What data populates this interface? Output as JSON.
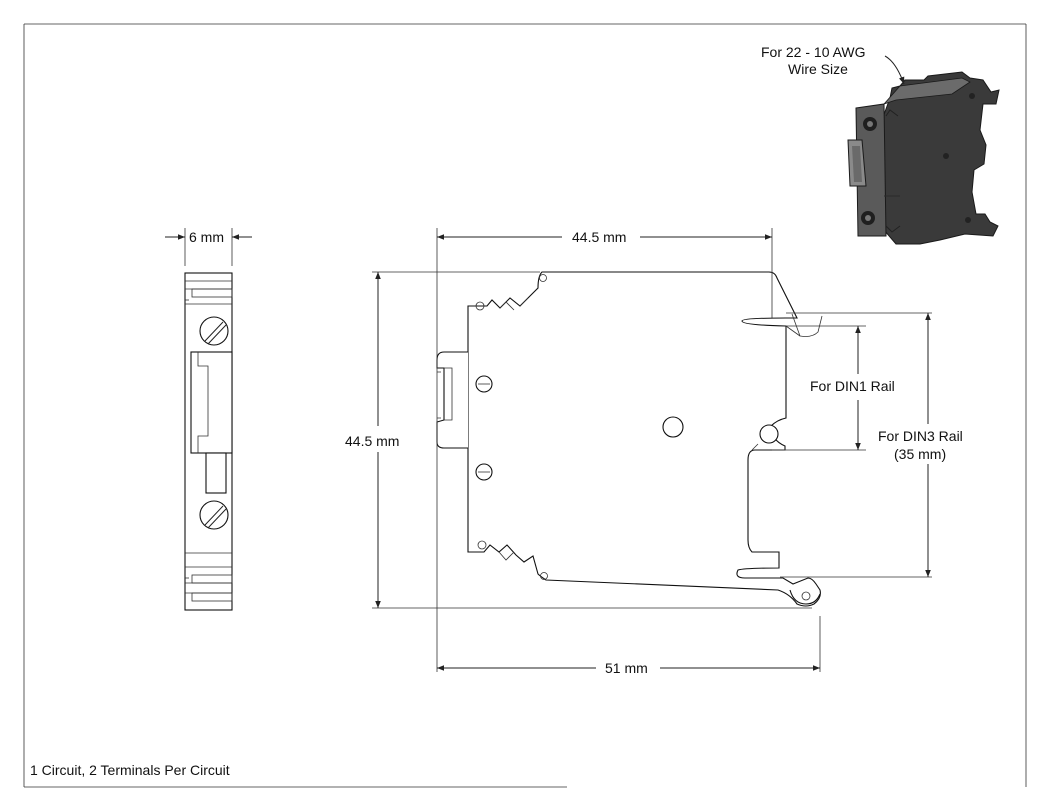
{
  "labels": {
    "side_width": "6 mm",
    "top_width": "44.5 mm",
    "height": "44.5 mm",
    "bottom_width": "51 mm",
    "din1": "For DIN1 Rail",
    "din3_line1": "For DIN3 Rail",
    "din3_line2": "(35 mm)",
    "wire_line1": "For 22 - 10 AWG",
    "wire_line2": "Wire Size",
    "footer": "1 Circuit, 2 Terminals Per Circuit"
  },
  "colors": {
    "line": "#222222",
    "product_body": "#4a4a4a",
    "product_dark": "#2f2f2f",
    "product_light": "#8a8a8a"
  }
}
